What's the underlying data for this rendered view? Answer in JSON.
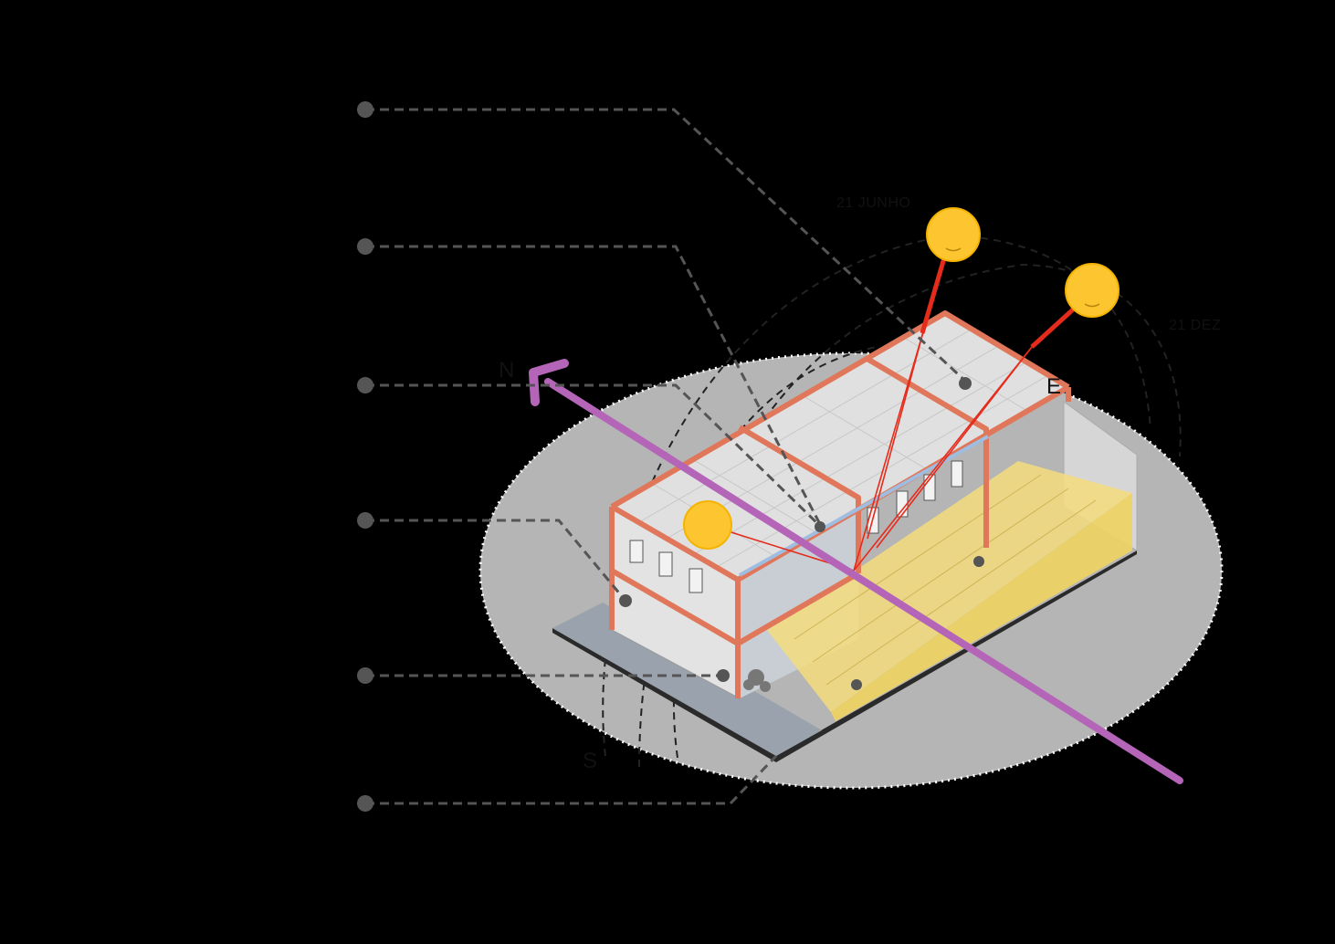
{
  "compass": {
    "north": "N",
    "east": "E",
    "south": "S"
  },
  "sun_path": {
    "upper_arc_label": "21 JUNHO",
    "side_arc_label": "21 DEZ"
  },
  "callouts": [
    {
      "name": "callout-1",
      "text": ""
    },
    {
      "name": "callout-2",
      "text": ""
    },
    {
      "name": "callout-3",
      "text": ""
    },
    {
      "name": "callout-4",
      "text": ""
    },
    {
      "name": "callout-5",
      "text": ""
    },
    {
      "name": "callout-6",
      "text": ""
    }
  ],
  "colors": {
    "background": "#000000",
    "ground_disc": "#b5b5b5",
    "frame_orange": "#e0775a",
    "sun_yellow": "#fdc530",
    "sun_ray_red": "#e52b1c",
    "wind_arrow_magenta": "#b565b8",
    "glass_yellow": "#f3dc7c",
    "leader_gray": "#555555"
  }
}
